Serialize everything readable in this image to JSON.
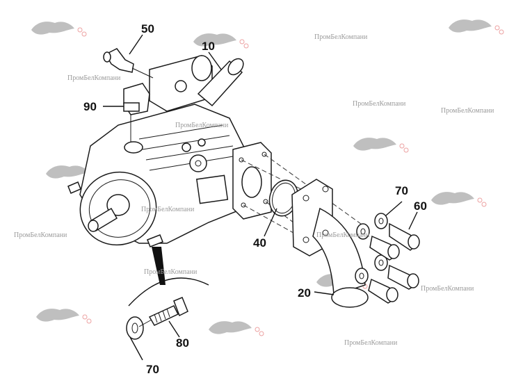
{
  "diagram": {
    "title": "Hydraulic axial piston pump — exploded parts view",
    "callouts": [
      {
        "id": "c10",
        "label": "10",
        "part": "pump assembly"
      },
      {
        "id": "c20",
        "label": "20",
        "part": "elbow flange"
      },
      {
        "id": "c40",
        "label": "40",
        "part": "o-ring"
      },
      {
        "id": "c50",
        "label": "50",
        "part": "elbow fitting"
      },
      {
        "id": "c60",
        "label": "60",
        "part": "socket head bolt"
      },
      {
        "id": "c70a",
        "label": "70",
        "part": "washer"
      },
      {
        "id": "c70b",
        "label": "70",
        "part": "washer (detail)"
      },
      {
        "id": "c80",
        "label": "80",
        "part": "bolt (detail)"
      },
      {
        "id": "c90",
        "label": "90",
        "part": "elbow fitting"
      }
    ],
    "watermarks": [
      "ПромБелКомпани",
      "ПромБелКомпани",
      "ПромБелКомпани",
      "ПромБелКомпани",
      "ПромБелКомпани",
      "ПромБелКомпани",
      "ПромБелКомпани",
      "ПромБелКомпани",
      "ПромБелКомпани",
      "ПромБелКомпани"
    ]
  }
}
